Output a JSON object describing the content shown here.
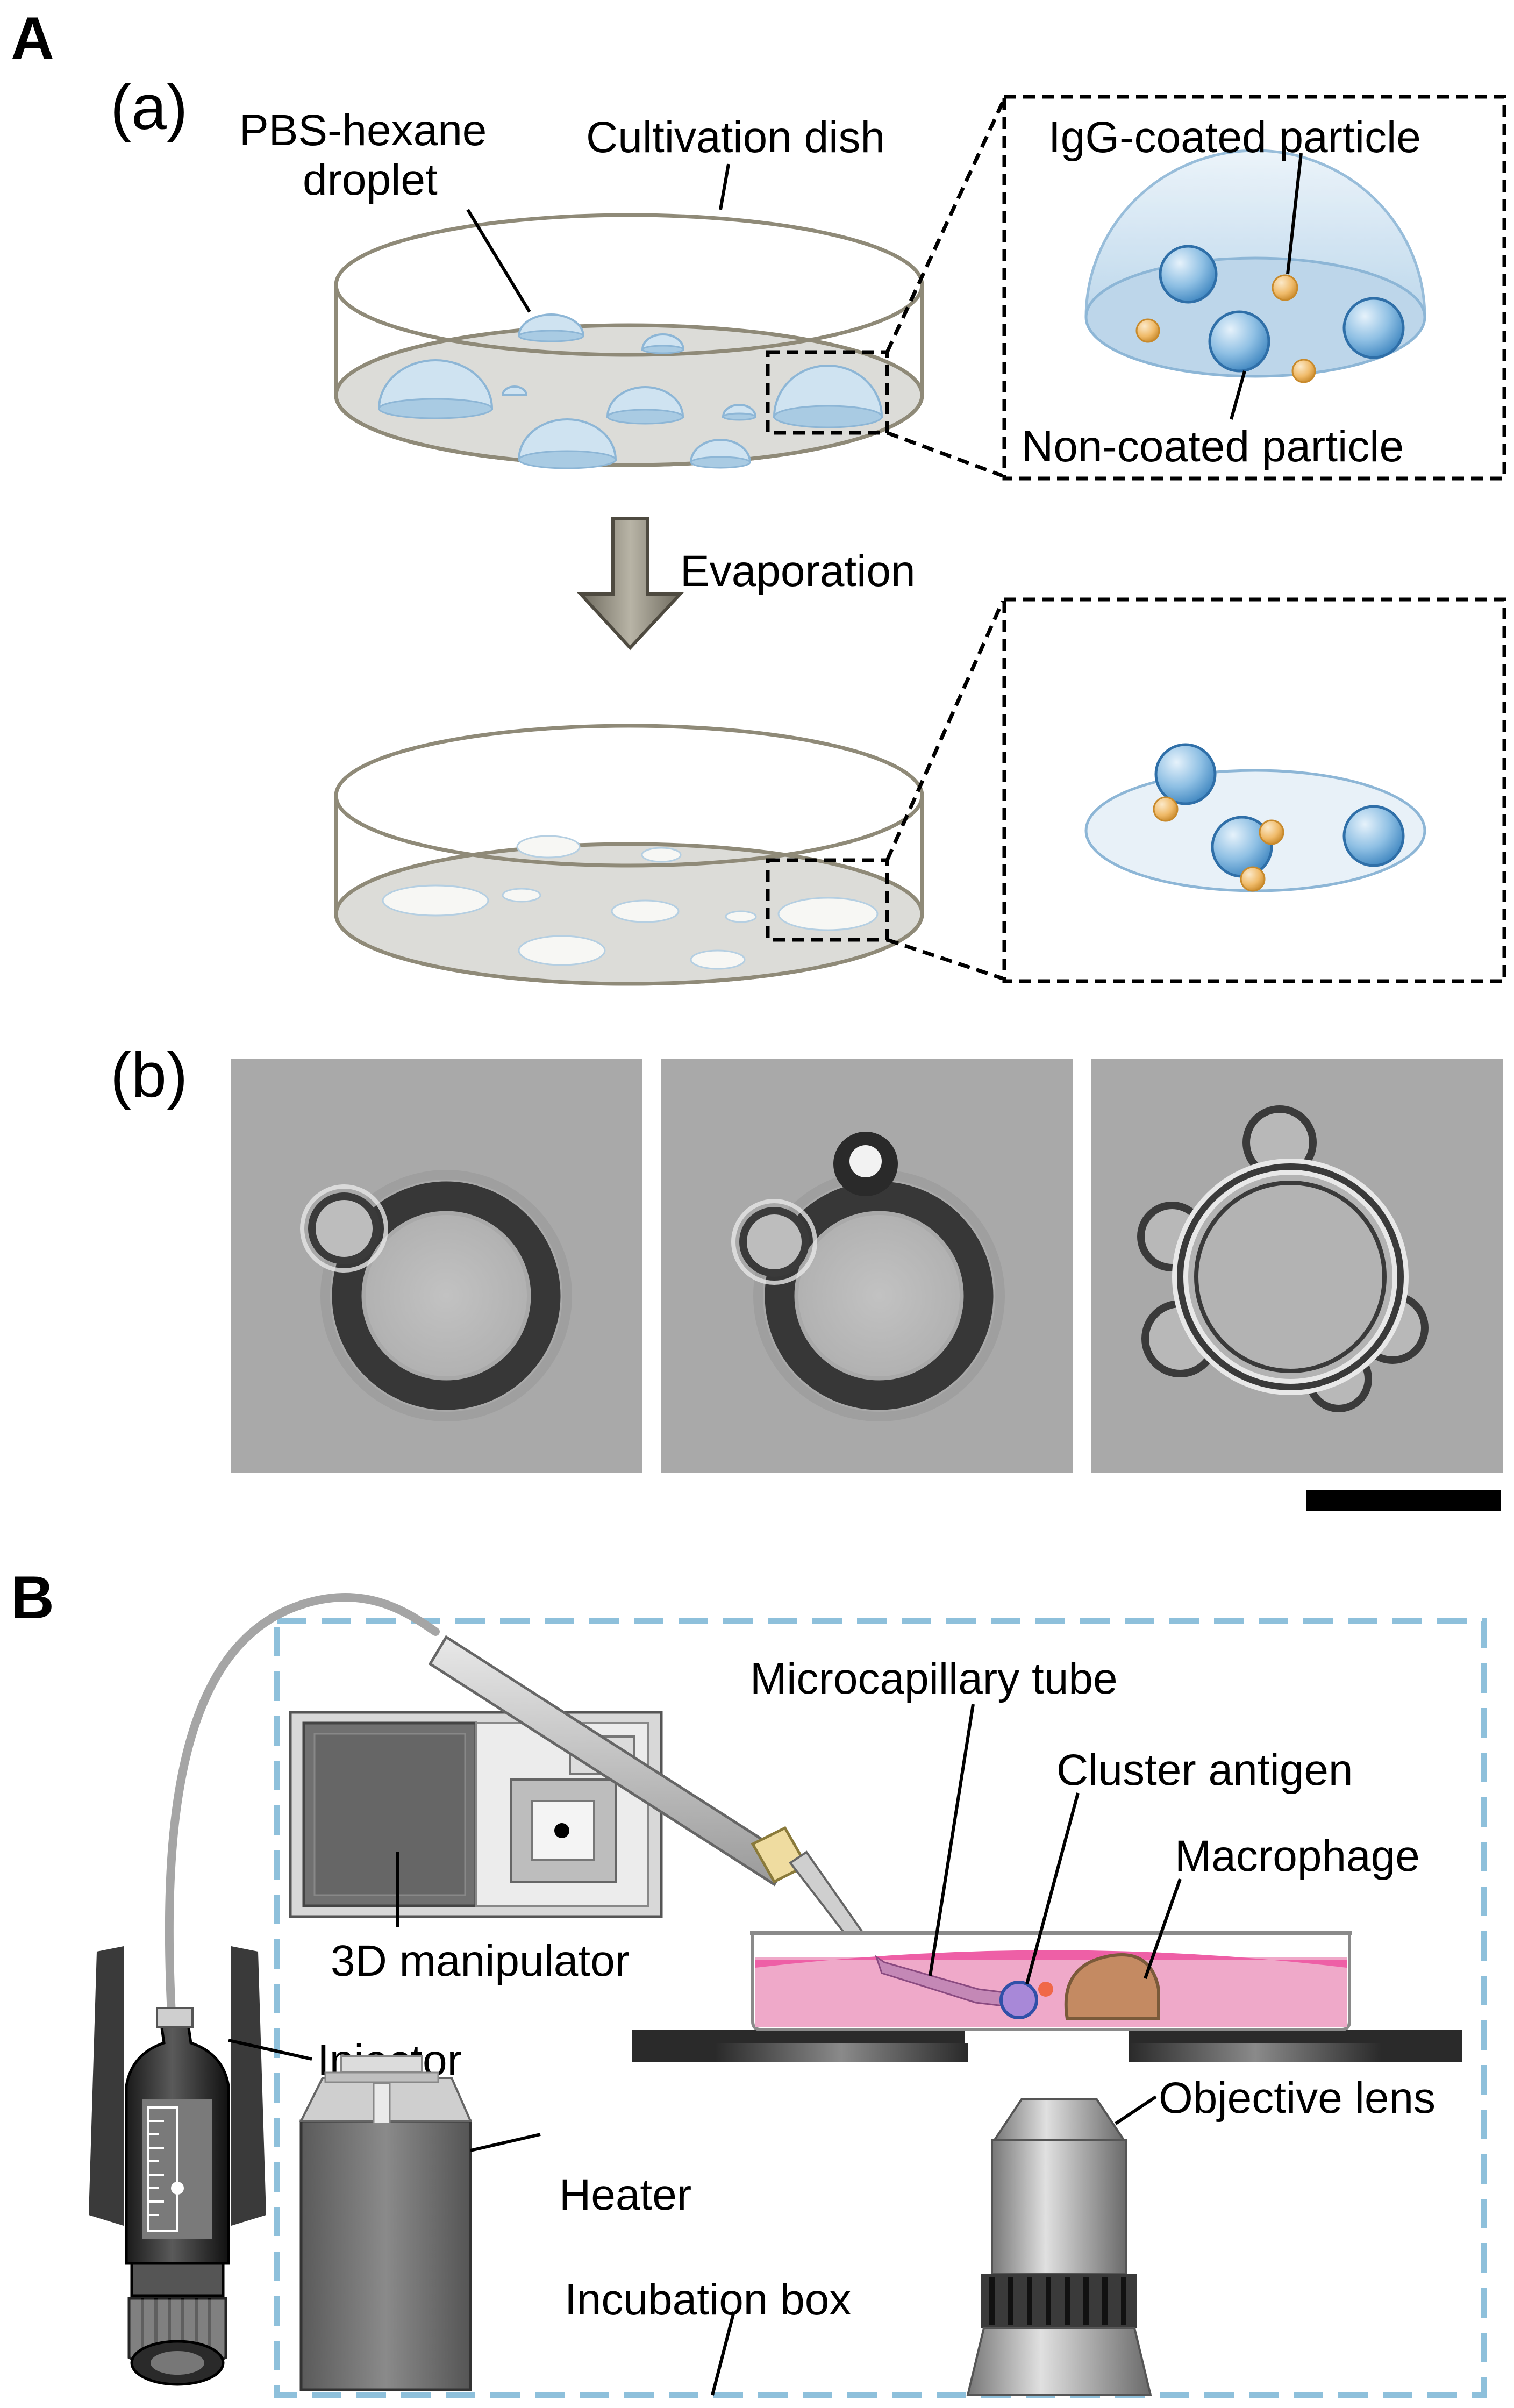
{
  "panel_A": {
    "label": "A",
    "sub_a": "(a)",
    "sub_b": "(b)",
    "labels": {
      "droplet_line1": "PBS-hexane",
      "droplet_line2": "droplet",
      "dish": "Cultivation dish",
      "igg": "IgG-coated particle",
      "noncoated": "Non-coated particle",
      "evaporation": "Evaporation"
    },
    "micrographs": [
      "micrograph-1",
      "micrograph-2",
      "micrograph-3"
    ]
  },
  "panel_B": {
    "label": "B",
    "labels": {
      "microcapillary": "Microcapillary tube",
      "cluster": "Cluster antigen",
      "macrophage": "Macrophage",
      "manipulator": "3D manipulator",
      "injector": "Injector",
      "heater": "Heater",
      "objective": "Objective lens",
      "incubation": "Incubation box"
    }
  },
  "colors": {
    "dish_gray": "#dcdcd8",
    "droplet_blue": "#b9d6ea",
    "particle_blue": "#6aa6d4",
    "particle_orange": "#e8b15a",
    "medium_pink": "#efa9c9",
    "box_dash_blue": "#8ec0db"
  }
}
